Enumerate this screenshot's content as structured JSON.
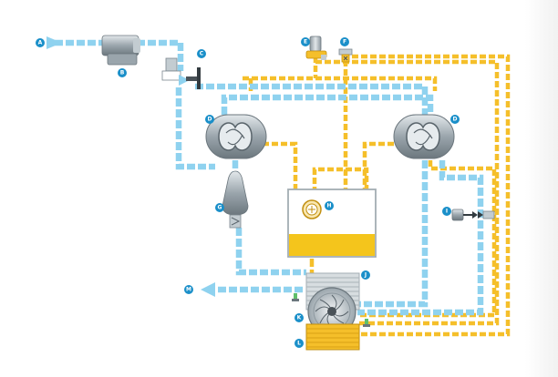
{
  "labels": {
    "a": "A",
    "b": "B",
    "c": "C",
    "d_left": "D",
    "d_right": "D",
    "e": "E",
    "f": "F",
    "g": "G",
    "h": "H",
    "i": "I",
    "j": "J",
    "k": "K",
    "l": "L",
    "m": "M"
  },
  "colors": {
    "air": "#8fd2ef",
    "oil": "#f5bf2a",
    "label_badge": "#1a8fc9",
    "housing": "#b8c3c9",
    "oil_fill": "#f4c51c"
  }
}
